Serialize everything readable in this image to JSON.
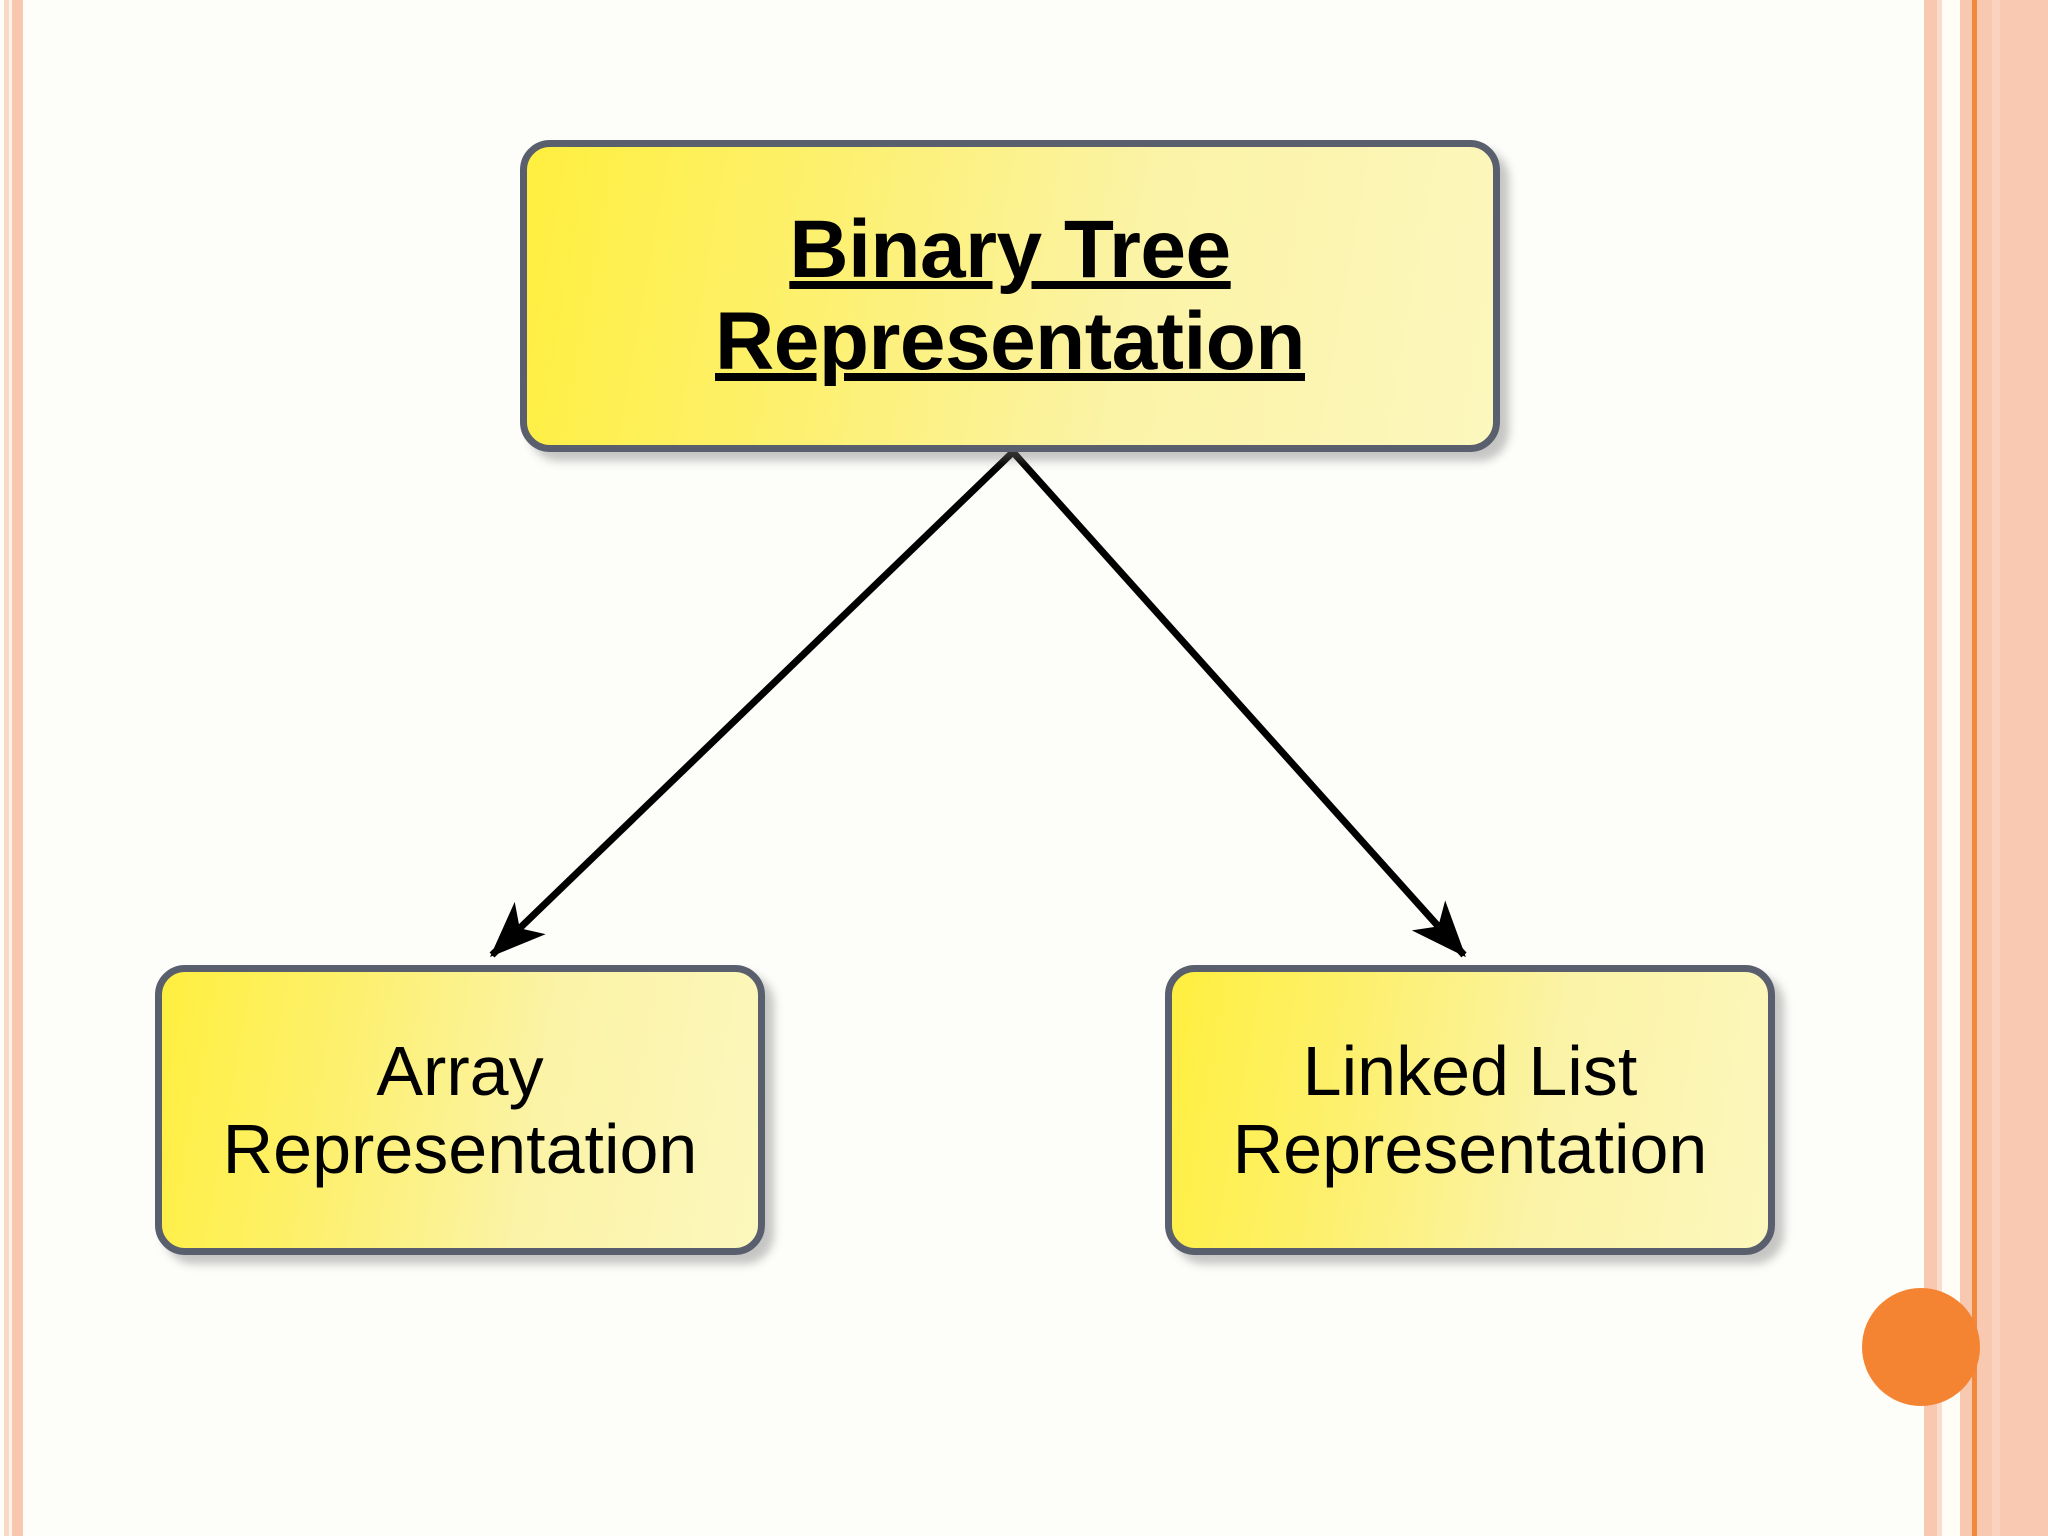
{
  "slide": {
    "background_color": "#fdfdfa",
    "title": "Binary Tree Representation"
  },
  "theme": {
    "box_border_color": "#5a5f6e",
    "box_fill_start": "#ffef3f",
    "box_fill_end": "#fcf7bd",
    "text_color": "#000000",
    "connector_color": "#000000",
    "accent_color": "#f58432",
    "border_stripe_color": "#f9c8b0",
    "border_stripe_accent": "#f2883b"
  },
  "diagram": {
    "type": "tree",
    "root": {
      "id": "binary-tree-representation",
      "label": "Binary Tree\nRepresentation",
      "line1": "Binary Tree",
      "line2": "Representation",
      "bold": true,
      "underline": true
    },
    "children": [
      {
        "id": "array-representation",
        "label": "Array\nRepresentation",
        "line1": "Array",
        "line2": "Representation",
        "bold": false,
        "underline": false
      },
      {
        "id": "linked-list-representation",
        "label": "Linked List\nRepresentation",
        "line1": "Linked List",
        "line2": "Representation",
        "bold": false,
        "underline": false
      }
    ],
    "edges": [
      {
        "from": "binary-tree-representation",
        "to": "array-representation",
        "style": "arrow"
      },
      {
        "from": "binary-tree-representation",
        "to": "linked-list-representation",
        "style": "arrow"
      }
    ]
  },
  "decorations": {
    "accent_circle_name": "orange-circle",
    "left_border_name": "left-stripe-border",
    "right_border_name": "right-stripe-border"
  }
}
